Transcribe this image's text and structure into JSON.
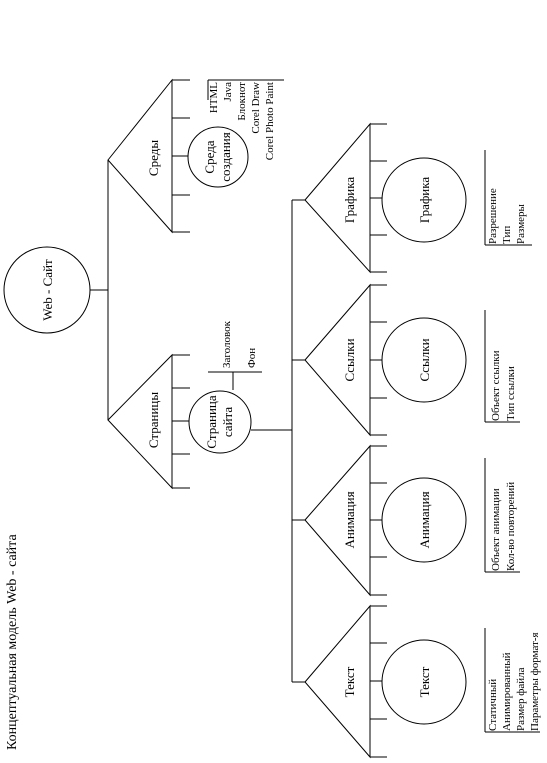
{
  "title": "Концептуальная модель Web - сайта",
  "root": "Web - Сайт",
  "branches": {
    "sredy": {
      "label": "Среды",
      "node": "Среда создания",
      "items": [
        "HTML",
        "Java",
        "Блокнот",
        "Corel Draw",
        "Corel Photo Paint"
      ]
    },
    "stranitsy": {
      "label": "Страницы",
      "node": "Страница сайта",
      "items": [
        "Заголовок",
        "Фон"
      ]
    },
    "grafika": {
      "label": "Графика",
      "node": "Графика",
      "items": [
        "Разрешение",
        "Тип",
        "Размеры"
      ]
    },
    "ssylki": {
      "label": "Ссылки",
      "node": "Ссылки",
      "items": [
        "Объект ссылки",
        "Тип ссылки"
      ]
    },
    "animatsiya": {
      "label": "Анимация",
      "node": "Анимация",
      "items": [
        "Объект анимации",
        "Кол-во повторений"
      ]
    },
    "tekst": {
      "label": "Текст",
      "node": "Текст",
      "items": [
        "Статичный",
        "Анимированный",
        "Размер файла",
        "Параметры формат-я"
      ]
    }
  }
}
